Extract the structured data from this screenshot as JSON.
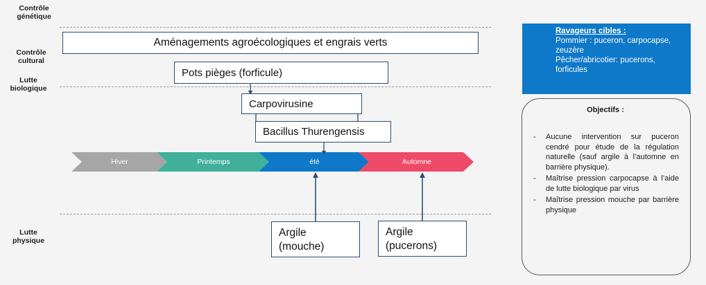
{
  "categories": {
    "genetic": "Contrôle\ngénétique",
    "cultural": "Contrôle\ncultural",
    "biological": "Lutte\nbiologique",
    "physical": "Lutte\nphysique"
  },
  "boxes": {
    "amenagements": "Aménagements agroécologiques et engrais verts",
    "pots_pieges": "Pots pièges (forficule)",
    "carpovirusine": "Carpovirusine",
    "bacillus": "Bacillus Thurengensis",
    "argile_mouche_1": "Argile",
    "argile_mouche_2": "(mouche)",
    "argile_pucerons_1": "Argile",
    "argile_pucerons_2": "(pucerons)"
  },
  "seasons": [
    {
      "label": "Hiver",
      "color": "#a6a6a6"
    },
    {
      "label": "Printemps",
      "color": "#40b09a"
    },
    {
      "label": "été",
      "color": "#0e78c9"
    },
    {
      "label": "Automne",
      "color": "#ef4a68"
    }
  ],
  "targets": {
    "title": "Ravageurs cibles :",
    "line1": "Pommier : puceron, carpocapse,",
    "line2": "zeuzère",
    "line3": "Pêcher/abricotier: pucerons,",
    "line4": "forficules"
  },
  "objectives": {
    "title": "Objectifs :",
    "items": [
      "Aucune intervention sur puceron cendré pour étude de la régulation naturelle (sauf argile à l’automne en barrière physique).",
      "Maîtrise pression carpocapse à l’aide de lutte biologique par virus",
      "Maîtrise pression mouche par barrière physique"
    ]
  },
  "colors": {
    "box_border": "#2b4e72",
    "blue_panel": "#0e78c9"
  }
}
